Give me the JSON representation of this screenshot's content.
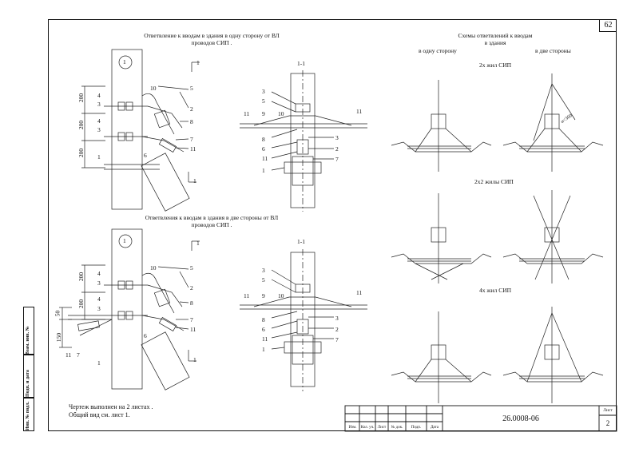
{
  "sheet_number_top": "62",
  "top_section": {
    "title_line1": "Ответвление к вводам в здания в одну сторону от ВЛ",
    "title_line2": "проводов СИП .",
    "callout": "1",
    "section_mark": "1",
    "section_title": "1-1",
    "dims": [
      "200",
      "200",
      "200"
    ],
    "labels_left": [
      "4",
      "3",
      "4",
      "3",
      "1",
      "10",
      "5",
      "2",
      "8",
      "7",
      "11",
      "6"
    ],
    "labels_section": [
      "3",
      "5",
      "11",
      "9",
      "10",
      "11",
      "8",
      "6",
      "11",
      "1",
      "3",
      "2",
      "7"
    ]
  },
  "bottom_section": {
    "title_line1": "Ответвления к вводам в здания в две стороны от ВЛ",
    "title_line2": "проводов СИП .",
    "callout": "1",
    "section_mark": "1",
    "section_title": "1-1",
    "dims": [
      "200",
      "200",
      "50",
      "150"
    ],
    "labels_left": [
      "4",
      "3",
      "4",
      "3",
      "11",
      "7",
      "1",
      "10",
      "5",
      "2",
      "8",
      "7",
      "11",
      "6"
    ],
    "labels_section": [
      "3",
      "5",
      "11",
      "9",
      "10",
      "11",
      "8",
      "6",
      "11",
      "1",
      "3",
      "2",
      "7"
    ]
  },
  "schemes": {
    "title_line1": "Схемы ответвлений к вводам",
    "title_line2": "в здания",
    "col_one_side": "в одну сторону",
    "col_two_sides": "в две стороны",
    "row1": "2х жил СИП",
    "row2": "2х2 жилы СИП",
    "row3": "4х жил СИП",
    "angle_label": "α<360"
  },
  "notes": {
    "line1": "Чертеж выполнен на 2 листах .",
    "line2": "Общий вид см. лист 1."
  },
  "side_stamp": {
    "top": "Взам. инв. №",
    "middle": "Подп. и дата",
    "bottom": "Инв. № подл."
  },
  "title_block": {
    "doc_code": "26.0008-06",
    "sheet_label": "Лист",
    "sheet_value": "2",
    "columns": [
      "Изм.",
      "Кол. уч.",
      "Лист",
      "№ док.",
      "Подп.",
      "Дата"
    ]
  }
}
